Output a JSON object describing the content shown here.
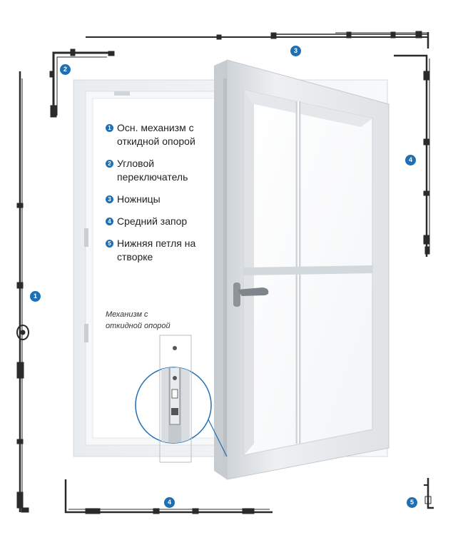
{
  "legend": [
    {
      "num": "1",
      "text": "Осн. механизм с откидной опорой"
    },
    {
      "num": "2",
      "text": "Угловой переключатель"
    },
    {
      "num": "3",
      "text": "Ножницы"
    },
    {
      "num": "4",
      "text": "Средний запор"
    },
    {
      "num": "5",
      "text": "Нижняя петля на створке"
    }
  ],
  "caption": "Механизм с откидной опорой",
  "markers": {
    "m1": "1",
    "m2": "2",
    "m3": "3",
    "m4a": "4",
    "m4b": "4",
    "m5": "5"
  },
  "colors": {
    "marker": "#1f6fb4",
    "frame": "#eef0f1",
    "hardware": "#2a2a2a"
  }
}
